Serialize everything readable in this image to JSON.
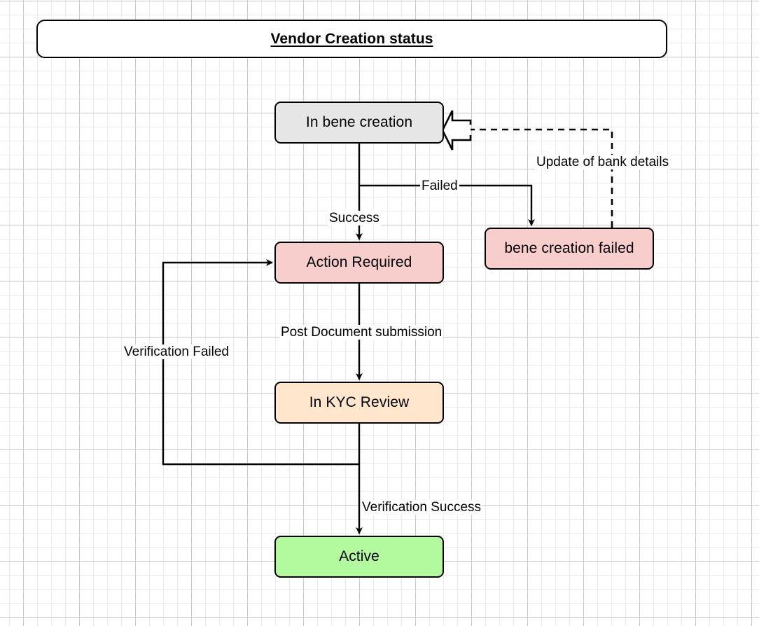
{
  "diagram": {
    "title": "Vendor Creation status",
    "type": "flowchart",
    "nodes": [
      {
        "id": "in-bene-creation",
        "label": "In bene creation",
        "fill": "#e6e6e6",
        "stroke": "#000000"
      },
      {
        "id": "bene-creation-failed",
        "label": "bene creation failed",
        "fill": "#f8cecc",
        "stroke": "#000000"
      },
      {
        "id": "action-required",
        "label": "Action Required",
        "fill": "#f8cecc",
        "stroke": "#000000"
      },
      {
        "id": "in-kyc-review",
        "label": "In KYC Review",
        "fill": "#ffe6cc",
        "stroke": "#000000"
      },
      {
        "id": "active",
        "label": "Active",
        "fill": "#b3fa9e",
        "stroke": "#000000"
      }
    ],
    "edges": [
      {
        "id": "e-success",
        "from": "in-bene-creation",
        "to": "action-required",
        "label": "Success",
        "style": "solid"
      },
      {
        "id": "e-failed",
        "from": "in-bene-creation",
        "to": "bene-creation-failed",
        "label": "Failed",
        "style": "solid"
      },
      {
        "id": "e-update-bank",
        "from": "bene-creation-failed",
        "to": "in-bene-creation",
        "label": "Update of bank details",
        "style": "dashed"
      },
      {
        "id": "e-post-doc",
        "from": "action-required",
        "to": "in-kyc-review",
        "label": "Post Document submission",
        "style": "solid"
      },
      {
        "id": "e-verif-failed",
        "from": "in-kyc-review",
        "to": "action-required",
        "label": "Verification Failed",
        "style": "solid"
      },
      {
        "id": "e-verif-success",
        "from": "in-kyc-review",
        "to": "active",
        "label": "Verification Success",
        "style": "solid"
      }
    ]
  }
}
